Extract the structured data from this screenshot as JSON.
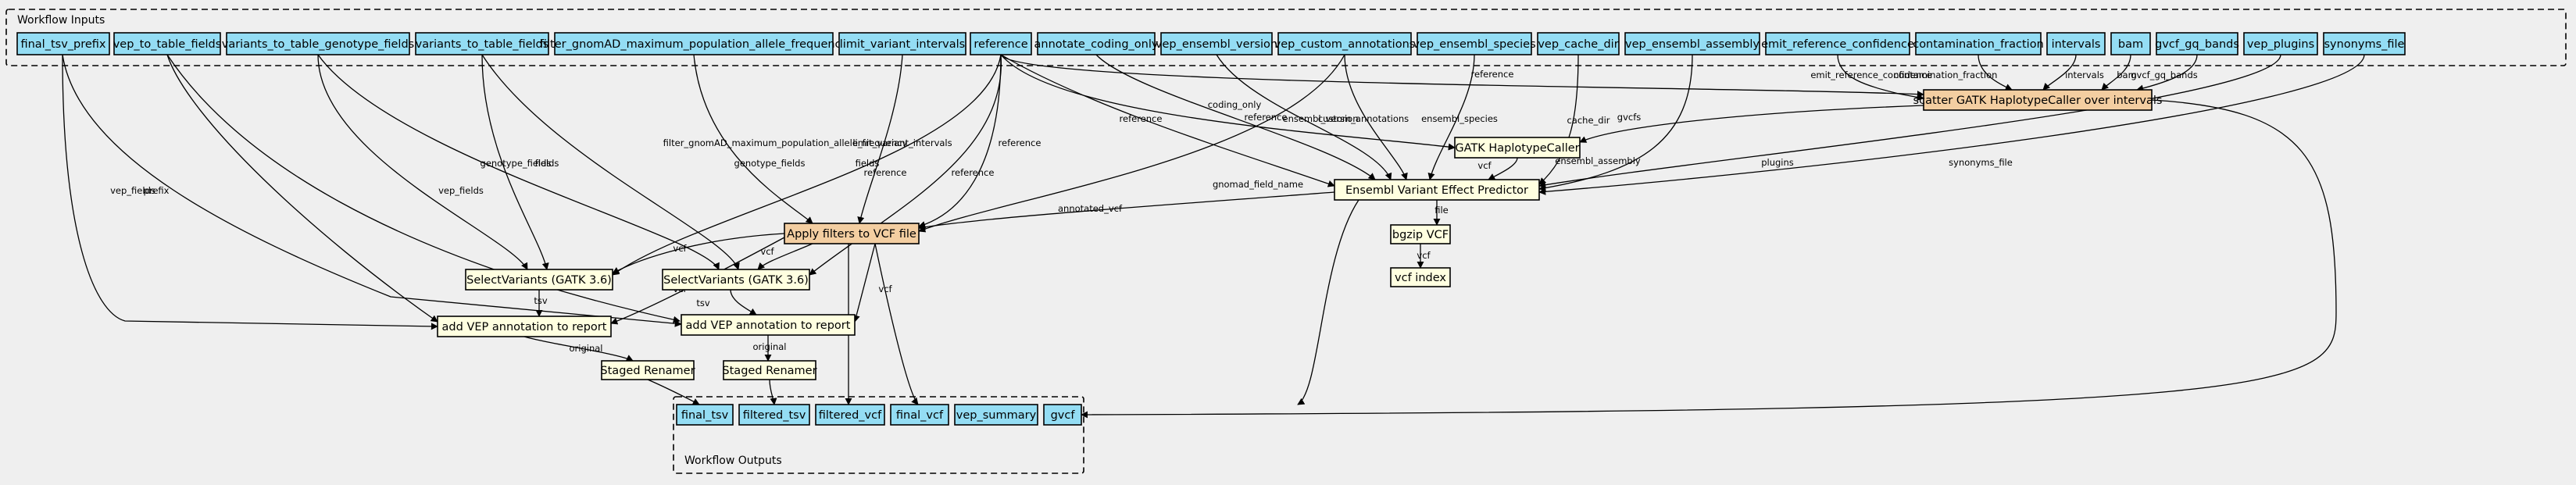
{
  "clusters": {
    "inputs_label": "Workflow Inputs",
    "outputs_label": "Workflow Outputs"
  },
  "colors": {
    "input": "#94ddf4",
    "step": "#ffffe0",
    "scatter": "#f3cea1",
    "output": "#94ddf4"
  },
  "nodes": [
    {
      "id": "final_tsv_prefix",
      "label": "final_tsv_prefix",
      "kind": "input"
    },
    {
      "id": "vep_to_table_fields",
      "label": "vep_to_table_fields",
      "kind": "input"
    },
    {
      "id": "variants_to_table_genotype_fields",
      "label": "variants_to_table_genotype_fields",
      "kind": "input"
    },
    {
      "id": "variants_to_table_fields",
      "label": "variants_to_table_fields",
      "kind": "input"
    },
    {
      "id": "filter_gnomAD",
      "label": "filter_gnomAD_maximum_population_allele_frequency",
      "kind": "input"
    },
    {
      "id": "limit_variant_intervals",
      "label": "limit_variant_intervals",
      "kind": "input"
    },
    {
      "id": "reference",
      "label": "reference",
      "kind": "input"
    },
    {
      "id": "annotate_coding_only",
      "label": "annotate_coding_only",
      "kind": "input"
    },
    {
      "id": "vep_ensembl_version",
      "label": "vep_ensembl_version",
      "kind": "input"
    },
    {
      "id": "vep_custom_annotations",
      "label": "vep_custom_annotations",
      "kind": "input"
    },
    {
      "id": "vep_ensembl_species",
      "label": "vep_ensembl_species",
      "kind": "input"
    },
    {
      "id": "vep_cache_dir",
      "label": "vep_cache_dir",
      "kind": "input"
    },
    {
      "id": "vep_ensembl_assembly",
      "label": "vep_ensembl_assembly",
      "kind": "input"
    },
    {
      "id": "emit_reference_confidence",
      "label": "emit_reference_confidence",
      "kind": "input"
    },
    {
      "id": "contamination_fraction",
      "label": "contamination_fraction",
      "kind": "input"
    },
    {
      "id": "intervals",
      "label": "intervals",
      "kind": "input"
    },
    {
      "id": "bam",
      "label": "bam",
      "kind": "input"
    },
    {
      "id": "gvcf_gq_bands",
      "label": "gvcf_gq_bands",
      "kind": "input"
    },
    {
      "id": "vep_plugins",
      "label": "vep_plugins",
      "kind": "input"
    },
    {
      "id": "synonyms_file",
      "label": "synonyms_file",
      "kind": "input"
    },
    {
      "id": "scatter_hc",
      "label": "scatter GATK HaplotypeCaller over intervals",
      "kind": "scatter"
    },
    {
      "id": "gatk_hc",
      "label": "GATK HaplotypeCaller",
      "kind": "step"
    },
    {
      "id": "vep",
      "label": "Ensembl Variant Effect Predictor",
      "kind": "step"
    },
    {
      "id": "filter_vcf",
      "label": "Apply filters to VCF file",
      "kind": "scatter"
    },
    {
      "id": "bgzip",
      "label": "bgzip VCF",
      "kind": "step"
    },
    {
      "id": "vcf_index",
      "label": "vcf index",
      "kind": "step"
    },
    {
      "id": "select1",
      "label": "SelectVariants (GATK 3.6)",
      "kind": "step"
    },
    {
      "id": "select2",
      "label": "SelectVariants (GATK 3.6)",
      "kind": "step"
    },
    {
      "id": "addvep1",
      "label": "add VEP annotation to report",
      "kind": "step"
    },
    {
      "id": "addvep2",
      "label": "add VEP annotation to report",
      "kind": "step"
    },
    {
      "id": "rename1",
      "label": "Staged Renamer",
      "kind": "step"
    },
    {
      "id": "rename2",
      "label": "Staged Renamer",
      "kind": "step"
    },
    {
      "id": "out_final_tsv",
      "label": "final_tsv",
      "kind": "output"
    },
    {
      "id": "out_filtered_tsv",
      "label": "filtered_tsv",
      "kind": "output"
    },
    {
      "id": "out_filtered_vcf",
      "label": "filtered_vcf",
      "kind": "output"
    },
    {
      "id": "out_final_vcf",
      "label": "final_vcf",
      "kind": "output"
    },
    {
      "id": "out_vep_summary",
      "label": "vep_summary",
      "kind": "output"
    },
    {
      "id": "out_gvcf",
      "label": "gvcf",
      "kind": "output"
    }
  ],
  "edges": [
    {
      "from": "reference",
      "to": "scatter_hc",
      "label": "reference"
    },
    {
      "from": "emit_reference_confidence",
      "to": "scatter_hc",
      "label": "emit_reference_confidence"
    },
    {
      "from": "contamination_fraction",
      "to": "scatter_hc",
      "label": "contamination_fraction"
    },
    {
      "from": "intervals",
      "to": "scatter_hc",
      "label": "intervals"
    },
    {
      "from": "bam",
      "to": "scatter_hc",
      "label": "bam"
    },
    {
      "from": "gvcf_gq_bands",
      "to": "scatter_hc",
      "label": "gvcf_gq_bands"
    },
    {
      "from": "reference",
      "to": "gatk_hc",
      "label": "reference"
    },
    {
      "from": "scatter_hc",
      "to": "gatk_hc",
      "label": "gvcfs"
    },
    {
      "from": "scatter_hc",
      "to": "out_gvcf",
      "label": ""
    },
    {
      "from": "gatk_hc",
      "to": "vep",
      "label": "vcf"
    },
    {
      "from": "reference",
      "to": "vep",
      "label": "reference"
    },
    {
      "from": "annotate_coding_only",
      "to": "vep",
      "label": "coding_only"
    },
    {
      "from": "vep_ensembl_version",
      "to": "vep",
      "label": "ensembl_version"
    },
    {
      "from": "vep_custom_annotations",
      "to": "vep",
      "label": "custom_annotations"
    },
    {
      "from": "vep_ensembl_species",
      "to": "vep",
      "label": "ensembl_species"
    },
    {
      "from": "vep_cache_dir",
      "to": "vep",
      "label": "cache_dir"
    },
    {
      "from": "vep_ensembl_assembly",
      "to": "vep",
      "label": "ensembl_assembly"
    },
    {
      "from": "vep_plugins",
      "to": "vep",
      "label": "plugins"
    },
    {
      "from": "synonyms_file",
      "to": "vep",
      "label": "synonyms_file"
    },
    {
      "from": "vep",
      "to": "bgzip",
      "label": "file"
    },
    {
      "from": "bgzip",
      "to": "vcf_index",
      "label": "vcf"
    },
    {
      "from": "vep",
      "to": "filter_vcf",
      "label": "annotated_vcf"
    },
    {
      "from": "vep",
      "to": "out_vep_summary",
      "label": ""
    },
    {
      "from": "filter_gnomAD",
      "to": "filter_vcf",
      "label": "filter_gnomAD_maximum_population_allele_frequency"
    },
    {
      "from": "limit_variant_intervals",
      "to": "filter_vcf",
      "label": "limit_variant_intervals"
    },
    {
      "from": "reference",
      "to": "filter_vcf",
      "label": "reference"
    },
    {
      "from": "vep_custom_annotations",
      "to": "filter_vcf",
      "label": "gnomad_field_name"
    },
    {
      "from": "reference",
      "to": "select1",
      "label": "reference"
    },
    {
      "from": "variants_to_table_genotype_fields",
      "to": "select1",
      "label": "genotype_fields"
    },
    {
      "from": "variants_to_table_fields",
      "to": "select1",
      "label": "fields"
    },
    {
      "from": "filter_vcf",
      "to": "select1",
      "label": "vcf"
    },
    {
      "from": "reference",
      "to": "select2",
      "label": "reference"
    },
    {
      "from": "variants_to_table_genotype_fields",
      "to": "select2",
      "label": "genotype_fields"
    },
    {
      "from": "variants_to_table_fields",
      "to": "select2",
      "label": "fields"
    },
    {
      "from": "filter_vcf",
      "to": "select2",
      "label": "vcf"
    },
    {
      "from": "final_tsv_prefix",
      "to": "addvep1",
      "label": "prefix"
    },
    {
      "from": "vep_to_table_fields",
      "to": "addvep1",
      "label": "vep_fields"
    },
    {
      "from": "select1",
      "to": "addvep1",
      "label": "tsv"
    },
    {
      "from": "filter_vcf",
      "to": "addvep1",
      "label": "vcf"
    },
    {
      "from": "final_tsv_prefix",
      "to": "addvep2",
      "label": "prefix"
    },
    {
      "from": "vep_to_table_fields",
      "to": "addvep2",
      "label": "vep_fields"
    },
    {
      "from": "select2",
      "to": "addvep2",
      "label": "tsv"
    },
    {
      "from": "filter_vcf",
      "to": "addvep2",
      "label": "vcf"
    },
    {
      "from": "addvep1",
      "to": "rename1",
      "label": "original"
    },
    {
      "from": "addvep2",
      "to": "rename2",
      "label": "original"
    },
    {
      "from": "rename1",
      "to": "out_final_tsv",
      "label": ""
    },
    {
      "from": "rename2",
      "to": "out_filtered_tsv",
      "label": ""
    },
    {
      "from": "filter_vcf",
      "to": "out_filtered_vcf",
      "label": ""
    },
    {
      "from": "filter_vcf",
      "to": "out_final_vcf",
      "label": ""
    }
  ]
}
